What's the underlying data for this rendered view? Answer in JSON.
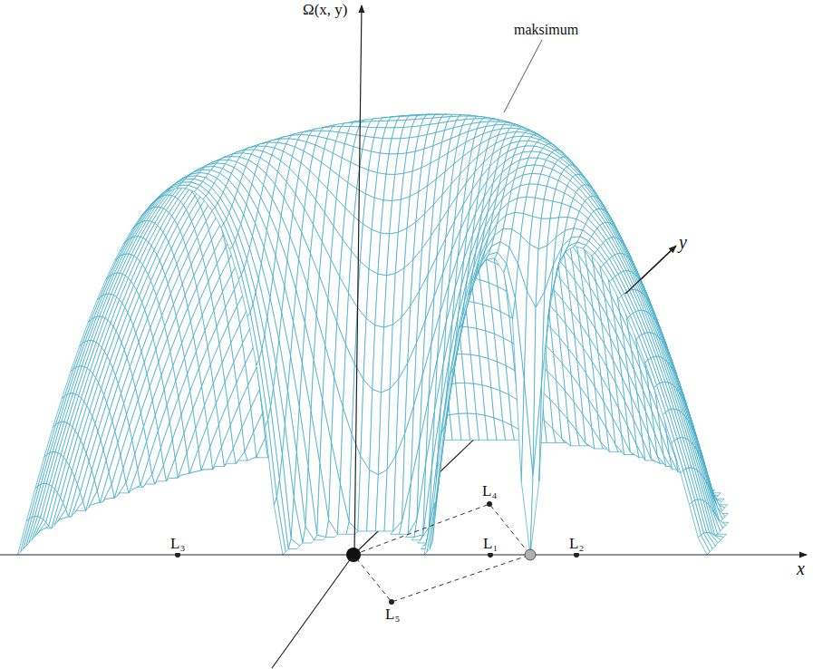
{
  "diagram": {
    "labels": [
      "Ω(x, y)",
      "maksimum",
      "y",
      "x",
      "L₄",
      "L₃",
      "L₁",
      "L₂",
      "L₅"
    ]
  }
}
